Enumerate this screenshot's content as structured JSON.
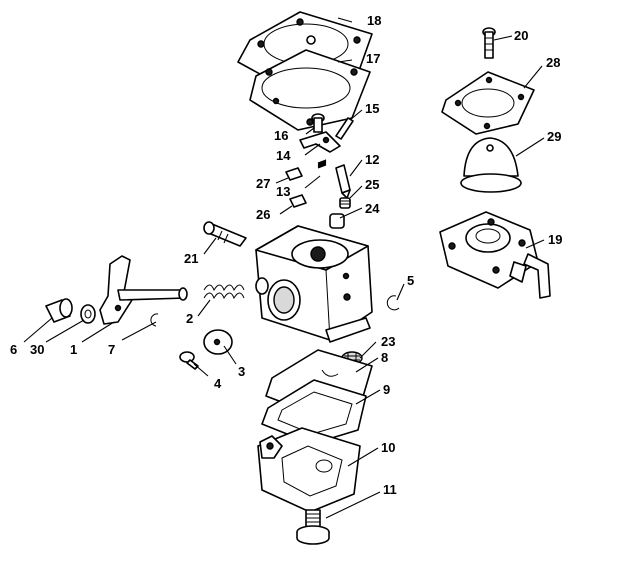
{
  "callouts": [
    {
      "id": "c1",
      "label": "1"
    },
    {
      "id": "c2",
      "label": "2"
    },
    {
      "id": "c3",
      "label": "3"
    },
    {
      "id": "c4",
      "label": "4"
    },
    {
      "id": "c5",
      "label": "5"
    },
    {
      "id": "c6",
      "label": "6"
    },
    {
      "id": "c7",
      "label": "7"
    },
    {
      "id": "c8",
      "label": "8"
    },
    {
      "id": "c9",
      "label": "9"
    },
    {
      "id": "c10",
      "label": "10"
    },
    {
      "id": "c11",
      "label": "11"
    },
    {
      "id": "c12",
      "label": "12"
    },
    {
      "id": "c13",
      "label": "13"
    },
    {
      "id": "c14",
      "label": "14"
    },
    {
      "id": "c15",
      "label": "15"
    },
    {
      "id": "c16",
      "label": "16"
    },
    {
      "id": "c17",
      "label": "17"
    },
    {
      "id": "c18",
      "label": "18"
    },
    {
      "id": "c19",
      "label": "19"
    },
    {
      "id": "c20",
      "label": "20"
    },
    {
      "id": "c21",
      "label": "21"
    },
    {
      "id": "c23",
      "label": "23"
    },
    {
      "id": "c24",
      "label": "24"
    },
    {
      "id": "c25",
      "label": "25"
    },
    {
      "id": "c26",
      "label": "26"
    },
    {
      "id": "c27",
      "label": "27"
    },
    {
      "id": "c28",
      "label": "28"
    },
    {
      "id": "c29",
      "label": "29"
    },
    {
      "id": "c30",
      "label": "30"
    }
  ]
}
